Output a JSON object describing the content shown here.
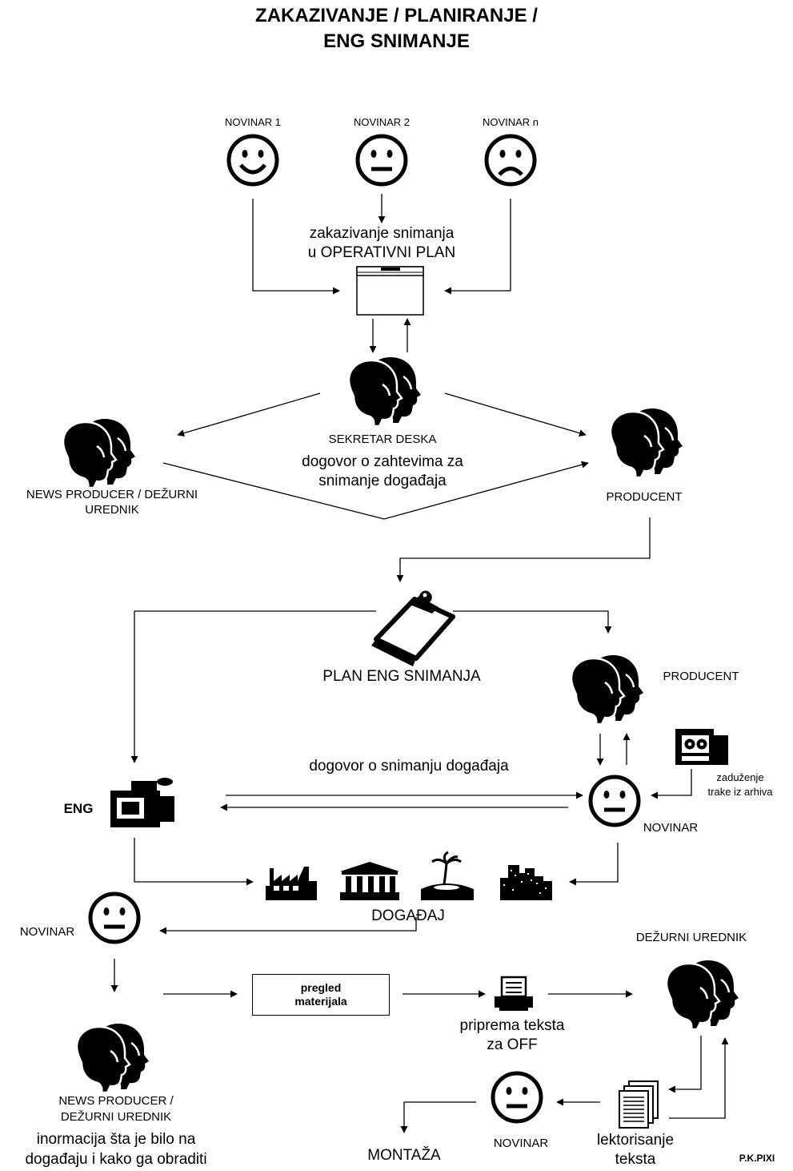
{
  "title": {
    "line1": "ZAKAZIVANJE / PLANIRANJE /",
    "line2": "ENG SNIMANJE"
  },
  "journalists": {
    "n1": "NOVINAR 1",
    "n2": "NOVINAR 2",
    "nn": "NOVINAR n"
  },
  "scheduling": {
    "line1": "zakazivanje snimanja",
    "line2": "u OPERATIVNI PLAN"
  },
  "desk": {
    "label": "SEKRETAR DESKA",
    "agree1": "dogovor o zahtevima za",
    "agree2": "snimanje događaja"
  },
  "news_producer_top": {
    "line1": "NEWS PRODUCER / DEŽURNI",
    "line2": "UREDNIK"
  },
  "producer_top": {
    "label": "PRODUCENT"
  },
  "plan": {
    "label": "PLAN ENG SNIMANJA"
  },
  "producer_mid": {
    "label": "PRODUCENT"
  },
  "tape": {
    "line1": "zaduženje",
    "line2": "trake iz arhiva"
  },
  "eng": {
    "label": "ENG",
    "agreement": "dogovor o snimanju događaja"
  },
  "novinar_mid": {
    "label": "NOVINAR"
  },
  "event": {
    "label": "DOGAĐAJ"
  },
  "novinar_left": {
    "label": "NOVINAR"
  },
  "review": {
    "line1": "pregled",
    "line2": "materijala"
  },
  "prep": {
    "line1": "priprema teksta",
    "line2": "za OFF"
  },
  "duty_editor": {
    "label": "DEŽURNI UREDNIK"
  },
  "news_producer_bottom": {
    "line1": "NEWS PRODUCER /",
    "line2": "DEŽURNI UREDNIK",
    "info1": "inormacija šta je bilo na",
    "info2": "događaju i kako ga obraditi"
  },
  "novinar_bottom": {
    "label": "NOVINAR"
  },
  "proof": {
    "line1": "lektorisanje",
    "line2": "teksta"
  },
  "montage": {
    "label": "MONTAŽA"
  },
  "credit": {
    "label": "P.K.PIXI"
  }
}
